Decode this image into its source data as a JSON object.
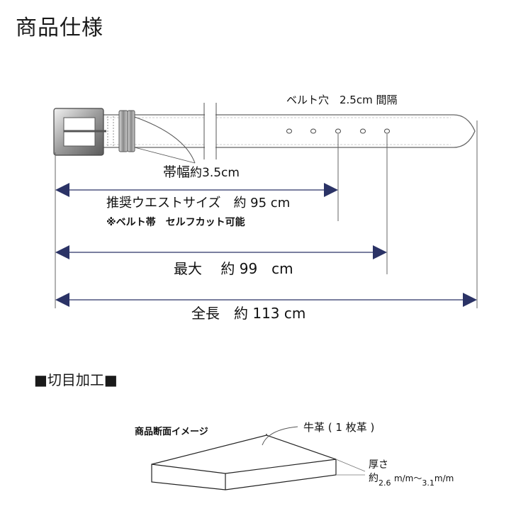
{
  "page": {
    "title": "商品仕様",
    "section_title": "■切目加工■"
  },
  "belt": {
    "hole_spacing_label": "ベルト穴　2.5cm 間隔",
    "width_label_prefix": "帯幅",
    "width_label_value": "約3.5cm",
    "recommended_label": "推奨ウエストサイズ　約 95 cm",
    "note": "※ベルト帯　セルフカット可能",
    "max_label": "最大　 約 99　cm",
    "total_label": "全長　約 113 cm",
    "colors": {
      "arrow": "#2b3366",
      "line": "#555555"
    }
  },
  "cross_section": {
    "image_label": "商品断面イメージ",
    "material_label": "牛革 ( 1 枚革 )",
    "thickness_title": "厚さ",
    "thickness_prefix": "約",
    "thickness_min": "2.6",
    "thickness_unit1": "m/m〜",
    "thickness_max": "3.1",
    "thickness_unit2": "m/m"
  }
}
